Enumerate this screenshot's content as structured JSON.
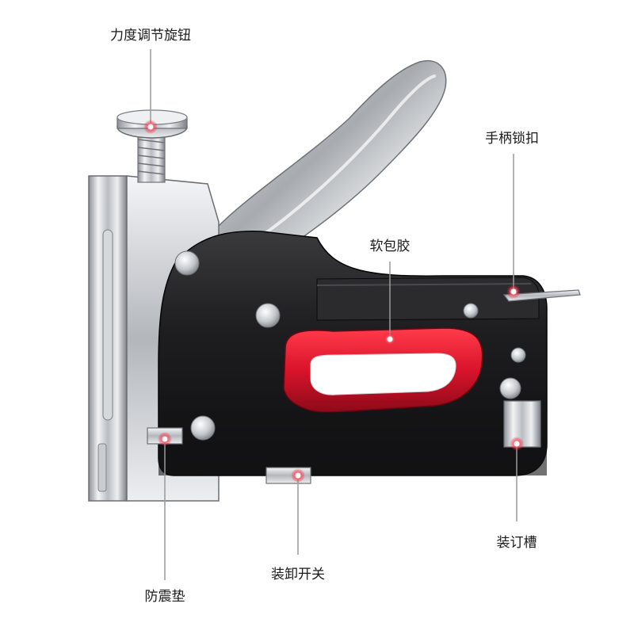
{
  "diagram": {
    "labels": {
      "adjust_knob": "力度调节旋钮",
      "handle_lock": "手柄锁扣",
      "soft_grip": "软包胶",
      "staple_slot": "装订槽",
      "release_switch": "装卸开关",
      "shock_pad": "防震垫"
    },
    "colors": {
      "accent": "#e8102a",
      "leader_line": "#9a9a9a",
      "body_dark": "#1c1c1e",
      "grip_red": "#d9142b"
    }
  }
}
